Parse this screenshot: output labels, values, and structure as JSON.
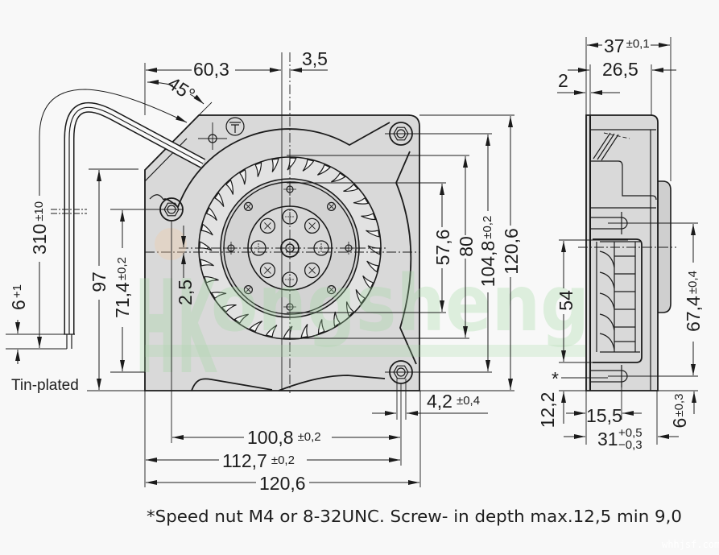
{
  "front_view": {
    "angle_label": "45°",
    "top": {
      "width_to_axis": "60,3",
      "axis_offset": "3,5"
    },
    "cable": {
      "length": "310",
      "length_tol": "±10",
      "strip": "6",
      "strip_tol": "+1",
      "finish": "Tin-plated"
    },
    "left": {
      "h_97": "97",
      "mount": "71,4",
      "mount_tol": "±0,2",
      "axis_offset": "2,5"
    },
    "right": {
      "d_57_6": "57,6",
      "d_80": "80",
      "mount": "104,8",
      "mount_tol": "±0,2",
      "overall": "120,6"
    },
    "bottom": {
      "slot": "4,2",
      "slot_tol": "±0,4",
      "mount_a": "100,8",
      "mount_a_tol": "±0,2",
      "mount_b": "112,7",
      "mount_b_tol": "±0,2",
      "overall": "120,6"
    }
  },
  "side_view": {
    "depth": "37",
    "depth_tol": "±0,1",
    "body": "26,5",
    "wall": "2",
    "outlet": "54",
    "mount": "67,4",
    "mount_tol": "±0,4",
    "nut_mark": "*",
    "outlet_base": "12,2",
    "slot_pos": "15,5",
    "slot_len": "31",
    "slot_len_tol_upper": "+0,5",
    "slot_len_tol_lower": "−0,3",
    "slot_edge": "6",
    "slot_edge_tol": "±0,3"
  },
  "footnote": "*Speed nut M4 or 8-32UNC. Screw- in depth max.12,5 min 9,0",
  "watermarks": {
    "logo": "HK",
    "brand": "ongsheng",
    "site": "whhjsf.com"
  },
  "colors": {
    "background": "#f8f8f8",
    "housing": "#d9d9d9",
    "line": "#1b1b1b",
    "watermark_green": "#8fd48f"
  }
}
